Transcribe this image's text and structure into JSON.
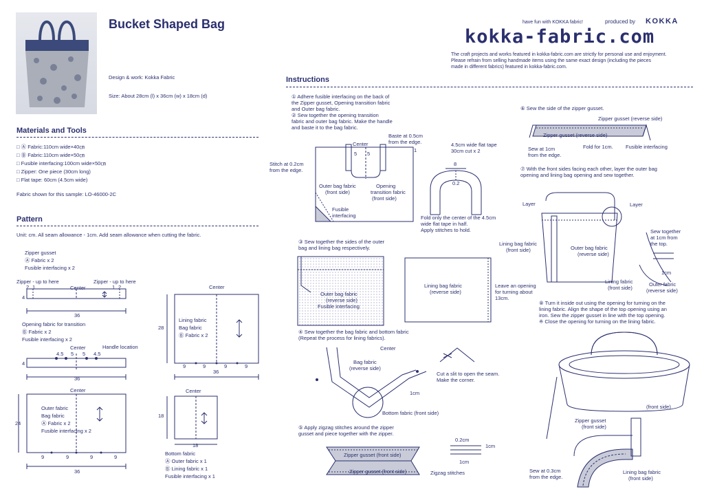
{
  "header": {
    "title": "Bucket Shaped Bag",
    "tagline": "have fun with KOKKA fabric!",
    "produced": "produced by",
    "brand": "KOKKA",
    "logo": "kokka-fabric.com",
    "notice": [
      "The craft projects and works featured in kokka-fabric.com are strictly for personal use and enjoyment.",
      "Please refrain from selling handmade items using the same exact design (including the pieces",
      "made in different fabrics) featured in kokka-fabric.com."
    ]
  },
  "info": {
    "design": "Design & work:  Kokka Fabric",
    "size": "Size:  About 28cm (l) x 36cm (w) x 18cm (d)"
  },
  "materials": {
    "heading": "Materials and Tools",
    "items": [
      "□ Ⓐ Fabric:110cm wide×40㎝",
      "□ Ⓑ Fabric:110cm wide×50㎝",
      "□ Fusible interfacing:100cm wide×50㎝",
      "□ Zipper: One piece (30cm long)",
      "□ Flat tape: 60cm (4.5cm wide)"
    ],
    "sample": "Fabric shown for this sample: LO-46000-2C"
  },
  "pattern": {
    "heading": "Pattern",
    "unit": "Unit: cm.  All seam allowance - 1cm. Add seam allowance when cutting the fabric.",
    "zipper_gusset": [
      "Zipper gusset",
      "Ⓐ Fabric x 2",
      "Fusible interfacing x 2"
    ],
    "zipper_up_left": "Zipper - up to here",
    "zipper_up_right": "Zipper - up to here",
    "center": "Center",
    "w36": "36",
    "h4": "4",
    "n2": "2",
    "n1": "1",
    "opening": [
      "Opening fabric for transition",
      "Ⓑ Fabric x 2",
      "Fusible interfacing x 2"
    ],
    "handle_loc": "Handle location",
    "n45": "4.5",
    "n5": "5",
    "outer": [
      "Outer fabric",
      "Bag fabric",
      "Ⓐ Fabric x 2",
      "Fusible interfacing x 2"
    ],
    "h24": "24",
    "n9": "9",
    "lining": [
      "Lining fabric",
      "Bag fabric",
      "Ⓑ Fabric x 2"
    ],
    "h28": "28",
    "bottom": [
      "Bottom fabric",
      "Ⓐ Outer fabric x 1",
      "Ⓑ Lining fabric x 1",
      "Fusible interfacing x 1"
    ],
    "n18": "18"
  },
  "instructions": {
    "heading": "Instructions",
    "step1": [
      "① Adhere fusible interfacing on the back of",
      "the Zipper gusset, Opening transition fabric",
      "and Outer bag fabric.",
      "② Sew together the opening transition",
      "fabric and outer bag fabric. Make the handle",
      "and baste it to the bag fabric."
    ],
    "baste": [
      "Baste at 0.5cm",
      "from the edge."
    ],
    "stitch": [
      "Stitch at 0.2cm",
      "from the edge."
    ],
    "outer_front": [
      "Outer bag fabric",
      "(front side)"
    ],
    "opening_front": [
      "Opening",
      "transition fabric",
      "(front side)"
    ],
    "fusible": [
      "Fusible",
      "interfacing"
    ],
    "tape": [
      "4.5cm wide flat tape",
      "30cm cut x 2"
    ],
    "n8": "8",
    "n02": "0.2",
    "fold_tape": [
      "Fold only the center of the 4.5cm",
      "wide flat tape in half.",
      "Apply stitches to hold."
    ],
    "step3": [
      "③ Sew together the sides of the outer",
      "bag and lining bag respectively."
    ],
    "outer_rev": [
      "Outer bag fabric",
      "(reverse side)",
      "Fusible interfacing"
    ],
    "lining_rev": [
      "Lining bag fabric",
      "(reverse side)"
    ],
    "leave": [
      "Leave an opening",
      "for turning about",
      "13cm."
    ],
    "step4": [
      "④ Sew together the bag fabric and bottom fabric",
      "(Repeat the process for lining fabrics)."
    ],
    "bag_rev": [
      "Bag fabric",
      "(reverse side)"
    ],
    "slit": [
      "Cut a slit to open the seam.",
      "Make the corner."
    ],
    "n1cm": "1cm",
    "bottom_front": "Bottom fabric (front side)",
    "step5": [
      "⑤ Apply zigzag stitches around the zipper",
      "gusset and piece together with the zipper."
    ],
    "zg_front": "Zipper gusset (front side)",
    "zigzag": "Zigzag stitches",
    "n02cm": "0.2cm",
    "step6": "⑥ Sew the side of the zipper gusset.",
    "zg_rev": "Zipper gusset (reverse side)",
    "sew1": [
      "Sew at 1cm",
      "from the edge."
    ],
    "fold1": "Fold for 1cm.",
    "fusible_int": "Fusible interfacing",
    "step7": [
      "⑦ With the front sides facing each other, layer the outer bag",
      "opening and lining bag opening and sew together."
    ],
    "layer": "Layer",
    "lining_front": [
      "Lining bag fabric",
      "(front side)"
    ],
    "outer_rev2": [
      "Outer bag fabric",
      "(reverse side)"
    ],
    "sew_top": [
      "Sew together",
      "at 1cm from",
      "the top."
    ],
    "lining_f": [
      "Lining fabric",
      "(front side)"
    ],
    "outer_f": [
      "Outer fabric",
      "(reverse side)"
    ],
    "step8": [
      "⑧ Turn it inside out using the opening for turning on the",
      "lining fabric. Align the shape of the top opening using an",
      "iron. Sew the zipper gusset in line with the top opening.",
      "※ Close the opening for turning on the lining fabric."
    ],
    "front_side": "(front side)",
    "zg_front2": [
      "Zipper gusset",
      "(front side)"
    ],
    "sew03": [
      "Sew at 0.3cm",
      "from the edge."
    ],
    "lining_bag_front": [
      "Lining bag fabric",
      "(front side)"
    ]
  }
}
